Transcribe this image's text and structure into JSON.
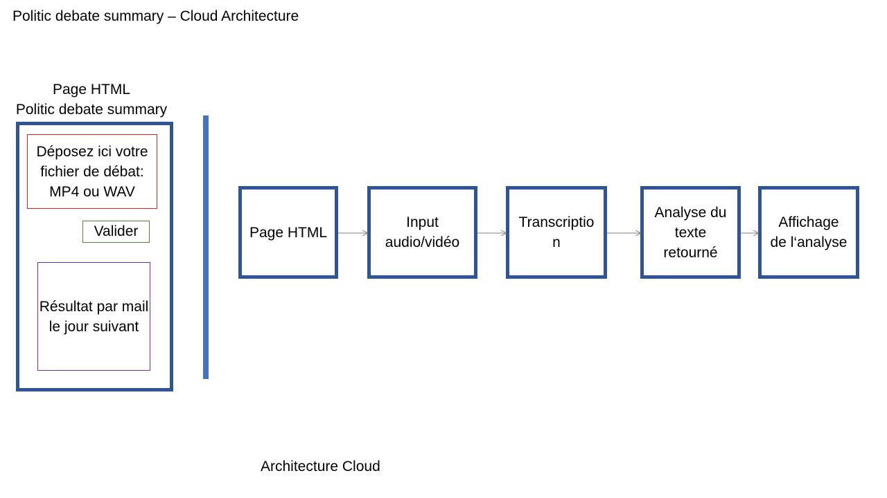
{
  "slide": {
    "title": "Politic debate summary – Cloud Architecture",
    "footer": "Architecture Cloud"
  },
  "mockup": {
    "caption_line1": "Page HTML",
    "caption_line2": "Politic debate summary",
    "drop_zone_text": "Déposez ici votre fichier de débat: MP4 ou WAV",
    "validate_button": "Valider",
    "result_text": "Résultat par mail le jour suivant"
  },
  "flow": {
    "steps": [
      {
        "label": "Page HTML"
      },
      {
        "label": "Input\naudio/vidéo"
      },
      {
        "label": "Transcriptio\nn"
      },
      {
        "label": "Analyse du\ntexte\nretourné"
      },
      {
        "label": "Affichage\nde l‘analyse"
      }
    ]
  },
  "colors": {
    "box_border": "#2f5597",
    "divider": "#4472c4",
    "drop_zone_border": "#e02020",
    "button_border": "#548235",
    "result_border": "#7030a0",
    "arrow": "#7f7f7f"
  }
}
